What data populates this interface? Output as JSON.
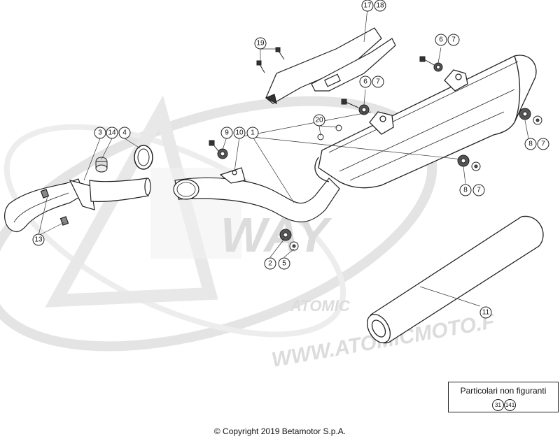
{
  "callouts": {
    "c1": "1",
    "c2": "2",
    "c3": "3",
    "c4": "4",
    "c5": "5",
    "c6a": "6",
    "c6b": "6",
    "c7a": "7",
    "c7b": "7",
    "c7c": "7",
    "c7d": "7",
    "c8a": "8",
    "c8b": "8",
    "c9": "9",
    "c10": "10",
    "c11": "11",
    "c13": "13",
    "c14": "14",
    "c17": "17",
    "c18": "18",
    "c19": "19",
    "c20": "20"
  },
  "legend": {
    "title": "Particolari non figuranti",
    "codes": [
      "31",
      "141"
    ]
  },
  "watermark": {
    "url_text": "WWW.ATOMICMOTO.F",
    "logo_text": "ATOMIC"
  },
  "footer": {
    "copyright": "© Copyright 2019 Betamotor S.p.A."
  }
}
